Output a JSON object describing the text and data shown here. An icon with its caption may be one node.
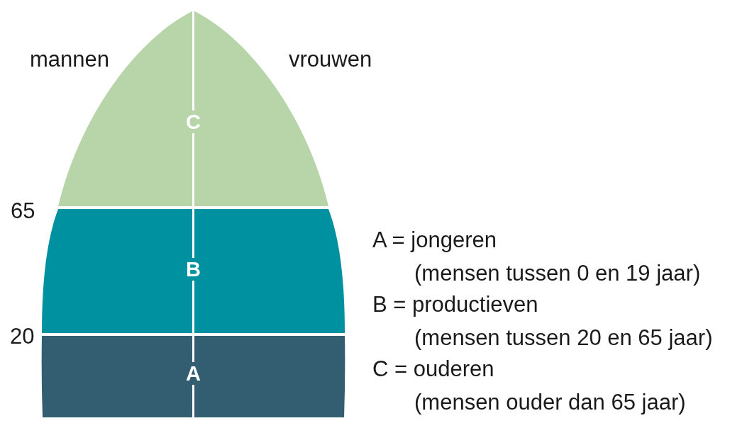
{
  "diagram": {
    "nodes": [
      {
        "text": [
          "C"
        ]
      },
      {
        "text": [
          "B"
        ]
      },
      {
        "text": [
          "A"
        ]
      }
    ],
    "labels": [
      "mannen",
      "vrouwen",
      "65",
      "20",
      "A = jongeren",
      "(mensen tussen 0 en 19 jaar)",
      "B = productieven",
      "(mensen tussen 20 en 65 jaar)",
      "C = ouderen",
      "(mensen ouder dan 65 jaar)"
    ]
  }
}
